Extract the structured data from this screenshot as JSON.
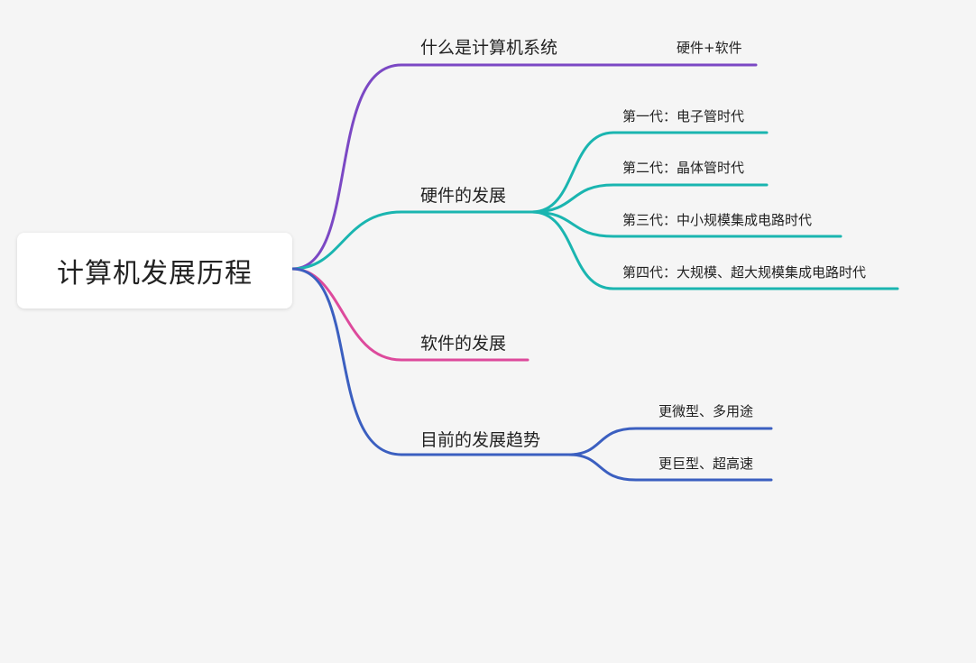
{
  "root": {
    "label": "计算机发展历程"
  },
  "branches": [
    {
      "label": "什么是计算机系统",
      "color": "#7b48c4",
      "children": [
        {
          "label": "硬件+软件"
        }
      ]
    },
    {
      "label": "硬件的发展",
      "color": "#1ab5b0",
      "children": [
        {
          "label": "第一代：电子管时代"
        },
        {
          "label": "第二代：晶体管时代"
        },
        {
          "label": "第三代：中小规模集成电路时代"
        },
        {
          "label": "第四代：大规模、超大规模集成电路时代"
        }
      ]
    },
    {
      "label": "软件的发展",
      "color": "#dd4a9c",
      "children": []
    },
    {
      "label": "目前的发展趋势",
      "color": "#3b5fc0",
      "children": [
        {
          "label": "更微型、多用途"
        },
        {
          "label": "更巨型、超高速"
        }
      ]
    }
  ]
}
